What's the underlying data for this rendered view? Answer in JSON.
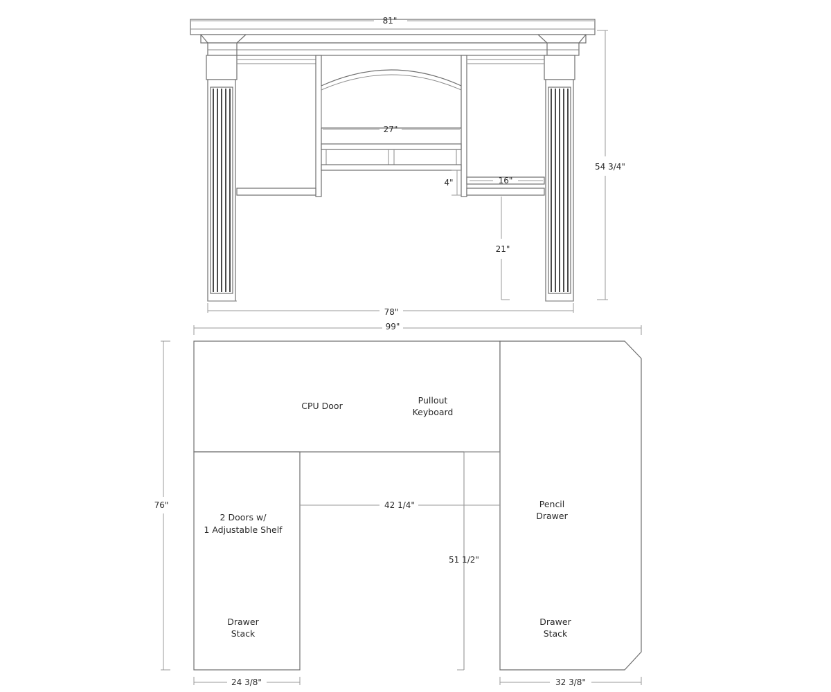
{
  "elevation": {
    "dimensions": {
      "top_width": "81\"",
      "overall_height": "54 3/4\"",
      "arch_opening": "27\"",
      "keyboard_gap": "4\"",
      "side_shelf": "16\"",
      "knee_height": "21\"",
      "base_width": "78\""
    }
  },
  "plan": {
    "dimensions": {
      "overall_width": "99\"",
      "overall_depth": "76\"",
      "interior_span": "42 1/4\"",
      "return_length": "51 1/2\"",
      "left_depth": "24 3/8\"",
      "right_depth": "32 3/8\""
    },
    "labels": {
      "cpu_door": "CPU Door",
      "pullout_line1": "Pullout",
      "pullout_line2": "Keyboard",
      "doors_line1": "2 Doors w/",
      "doors_line2": "1 Adjustable Shelf",
      "left_drawer_line1": "Drawer",
      "left_drawer_line2": "Stack",
      "pencil_line1": "Pencil",
      "pencil_line2": "Drawer",
      "right_drawer_line1": "Drawer",
      "right_drawer_line2": "Stack"
    }
  }
}
